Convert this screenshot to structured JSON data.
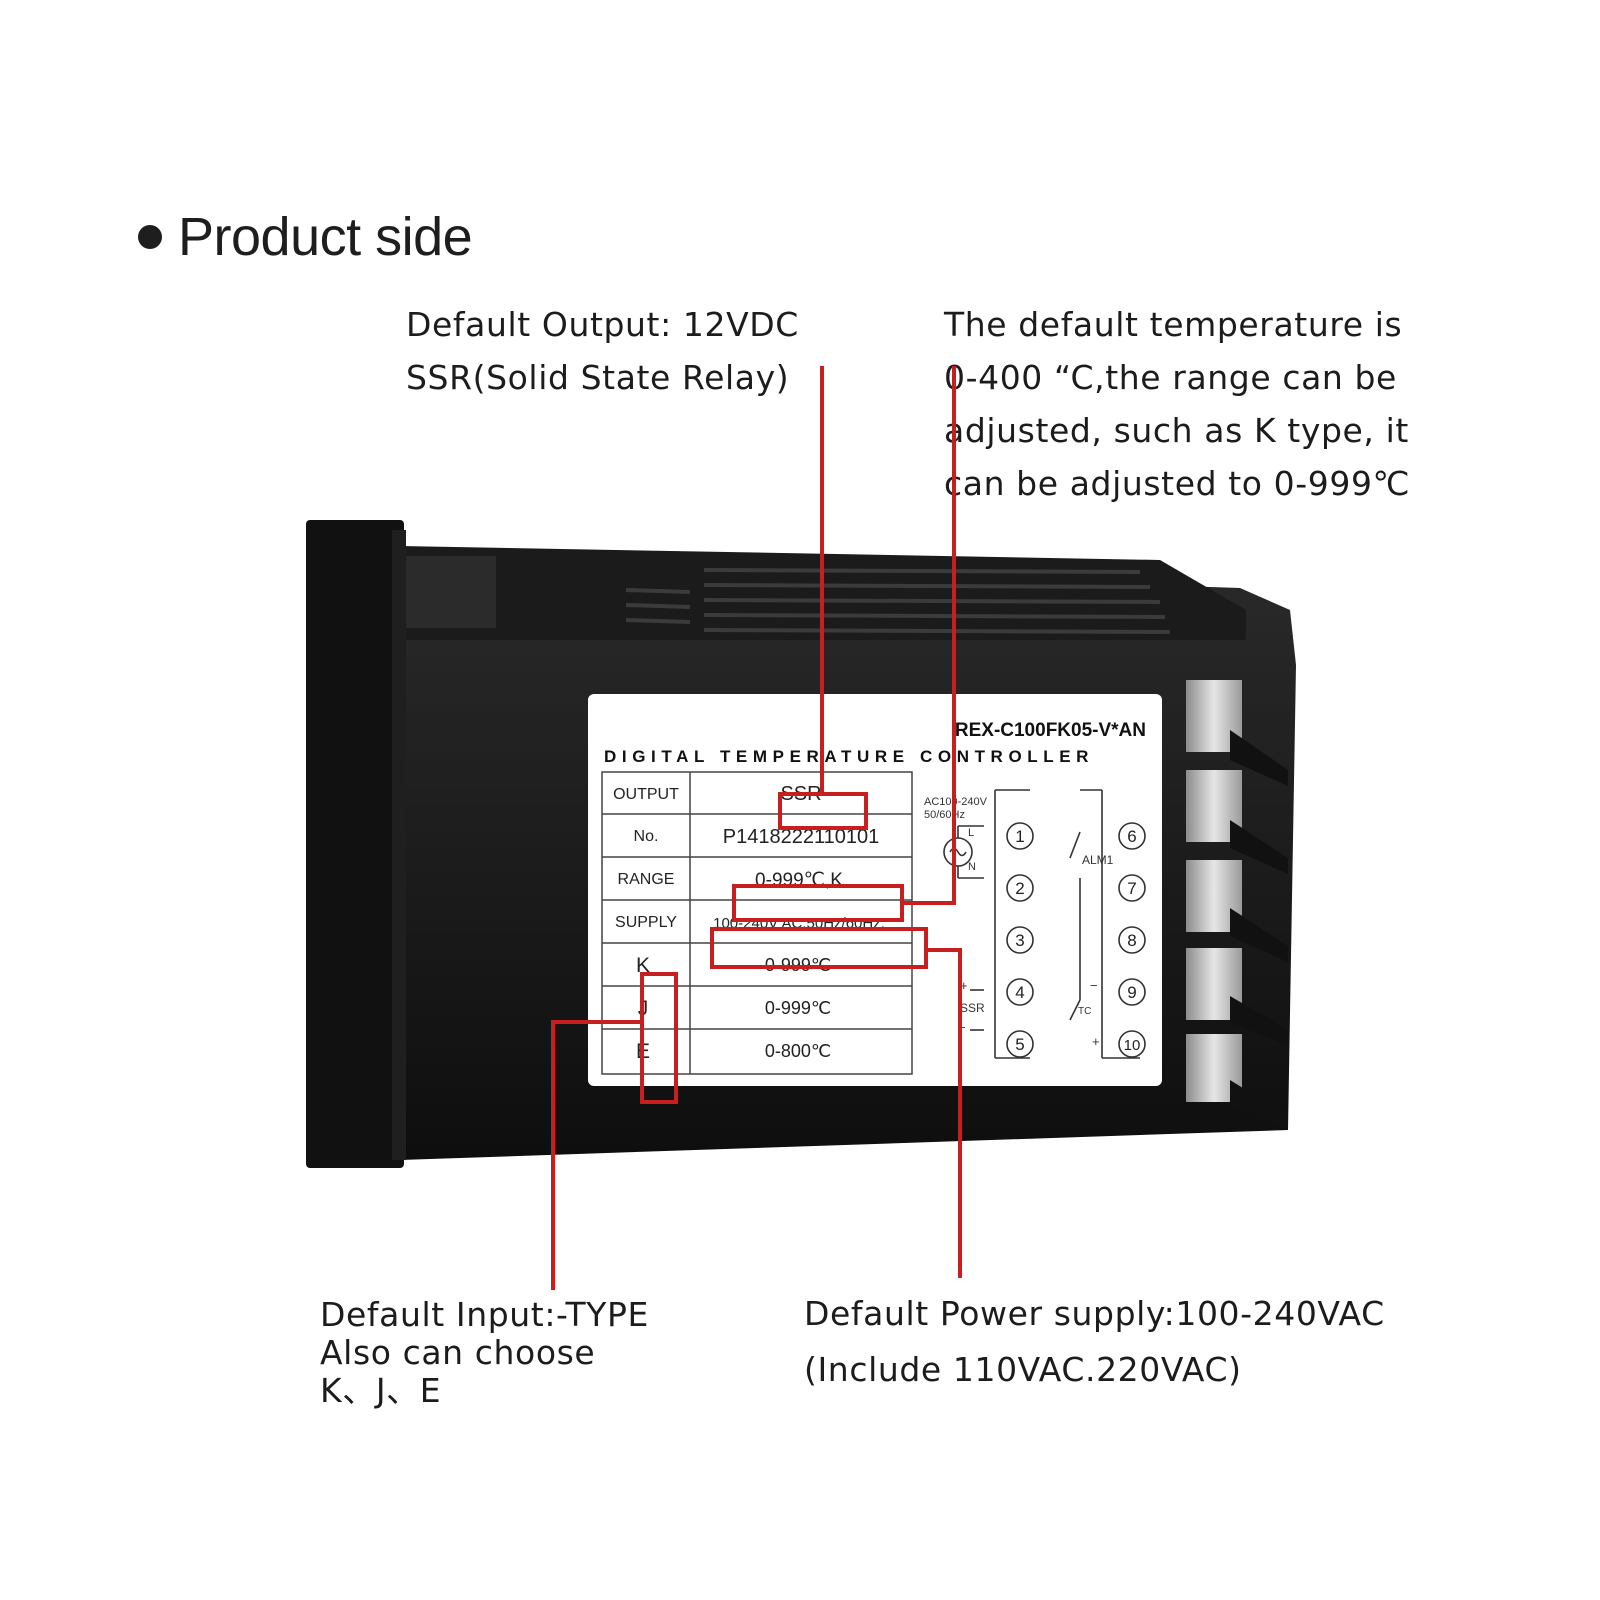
{
  "heading": {
    "text": "Product side"
  },
  "callouts": {
    "output": {
      "lines": [
        "Default Output: 12VDC",
        "SSR(Solid State Relay)"
      ]
    },
    "temperature": {
      "lines": [
        "The default temperature is",
        "0-400 “C,the range can be",
        "adjusted, such as K type, it",
        "can be adjusted to 0-999℃"
      ]
    },
    "input": {
      "lines": [
        "Default Input:-TYPE",
        "Also can choose",
        "K、J、E"
      ]
    },
    "power": {
      "lines": [
        "Default Power supply:100-240VAC",
        "(Include 110VAC.220VAC)"
      ]
    }
  },
  "label": {
    "model": "REX-C100FK05-V*AN",
    "subtitle": "DIGITAL TEMPERATURE CONTROLLER",
    "rows": [
      {
        "key": "OUTPUT",
        "value": "SSR"
      },
      {
        "key": "No.",
        "value": "P1418222110101"
      },
      {
        "key": "RANGE",
        "value": "0-999℃,K"
      },
      {
        "key": "SUPPLY",
        "value": "100-240V AC,50Hz/60Hz."
      },
      {
        "key": "K",
        "value": "0-999℃"
      },
      {
        "key": "J",
        "value": "0-999℃"
      },
      {
        "key": "E",
        "value": "0-800℃"
      }
    ],
    "wiring": {
      "supply_text": [
        "AC100-240V",
        "50/60Hz"
      ],
      "line_label": "L",
      "neutral_label": "N",
      "left_terminals": [
        "1",
        "2",
        "3",
        "4",
        "5"
      ],
      "right_terminals": [
        "6",
        "7",
        "8",
        "9",
        "10"
      ],
      "alarm_label": "ALM1",
      "ssr_label": "SSR",
      "tc_label": "TC",
      "plus": "+",
      "minus": "−"
    }
  },
  "colors": {
    "highlight": "#c81e1e",
    "body": "#141414",
    "label_bg": "#ffffff"
  }
}
